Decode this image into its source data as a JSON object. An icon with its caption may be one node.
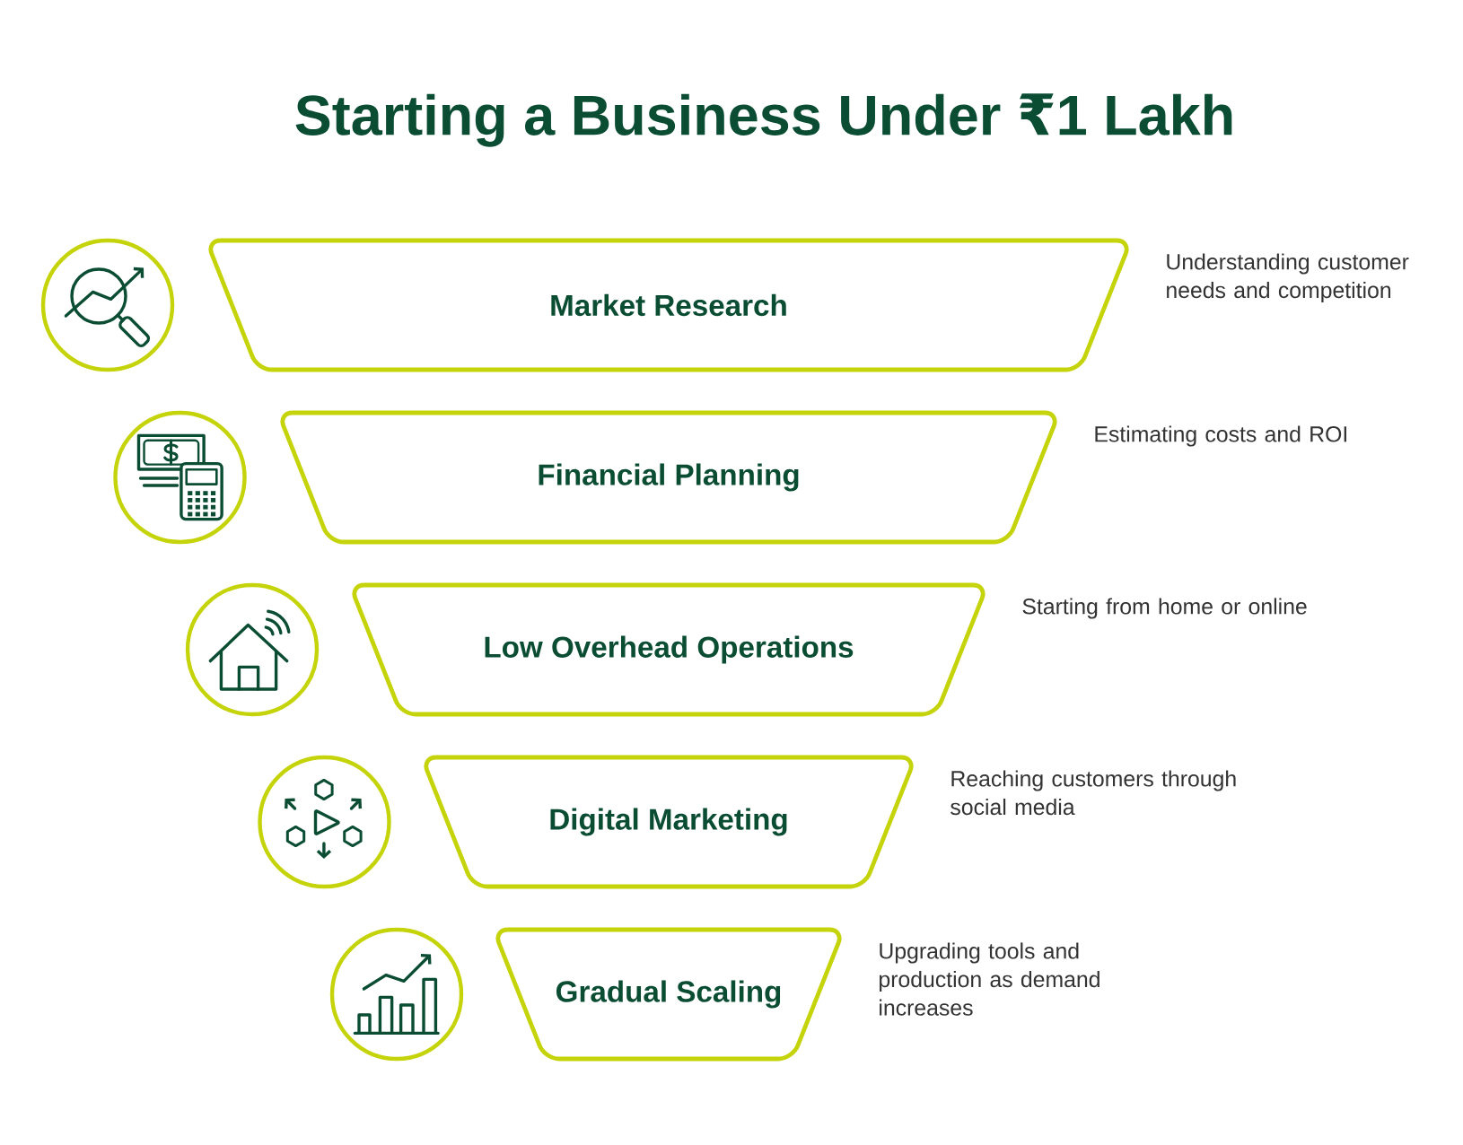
{
  "diagram": {
    "title": "Starting a Business Under ₹1 Lakh",
    "nodes": [
      {
        "text": [
          "Market Research"
        ],
        "beside": [
          "Understanding customer needs and competition"
        ]
      },
      {
        "text": [
          "Financial Planning"
        ],
        "beside": [
          "Estimating costs and ROI"
        ]
      },
      {
        "text": [
          "Low Overhead Operations"
        ],
        "beside": [
          "Starting from home or online"
        ]
      },
      {
        "text": [
          "Digital Marketing"
        ],
        "beside": [
          "Reaching customers through social media"
        ]
      },
      {
        "text": [
          "Gradual Scaling"
        ],
        "beside": [
          "Upgrading tools and production as demand increases"
        ]
      }
    ]
  }
}
